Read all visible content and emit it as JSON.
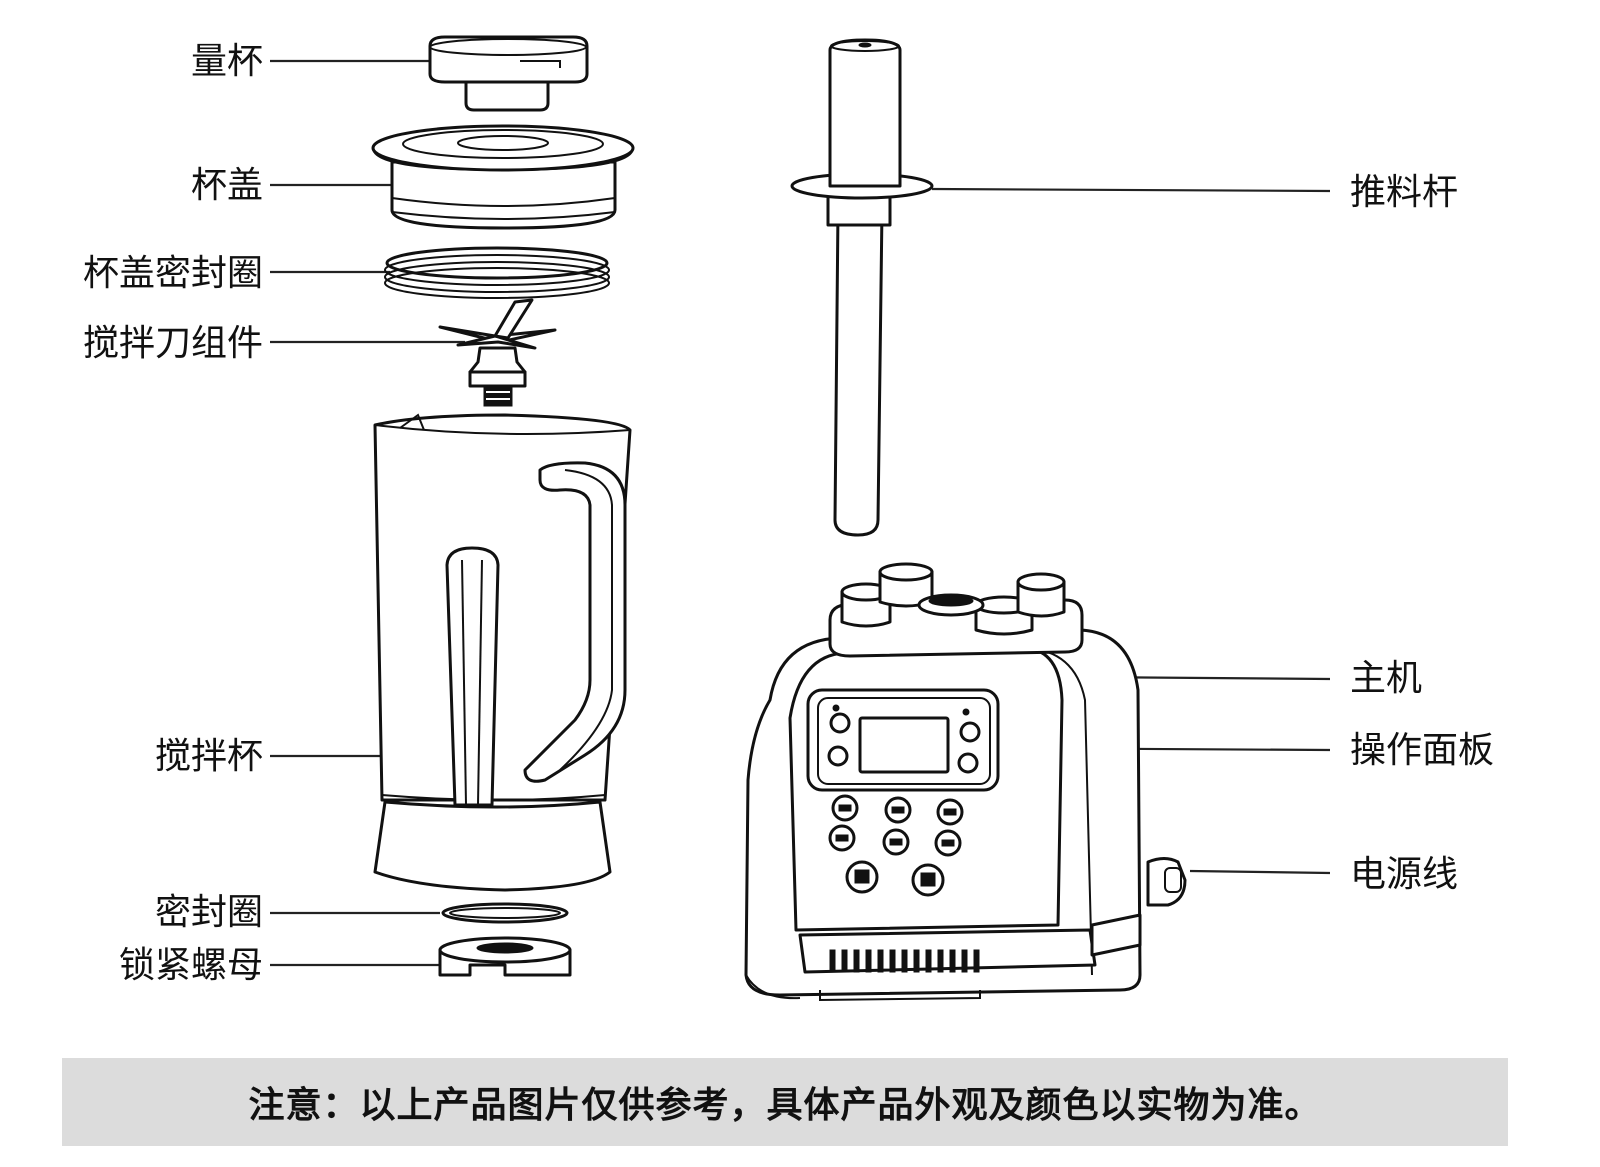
{
  "labels": {
    "measuring_cup": "量杯",
    "lid": "杯盖",
    "lid_seal": "杯盖密封圈",
    "blade_assembly": "搅拌刀组件",
    "jar": "搅拌杯",
    "seal_ring": "密封圈",
    "lock_nut": "锁紧螺母",
    "tamper": "推料杆",
    "base": "主机",
    "control_panel": "操作面板",
    "power_cord": "电源线"
  },
  "note": "注意：以上产品图片仅供参考，具体产品外观及颜色以实物为准。"
}
